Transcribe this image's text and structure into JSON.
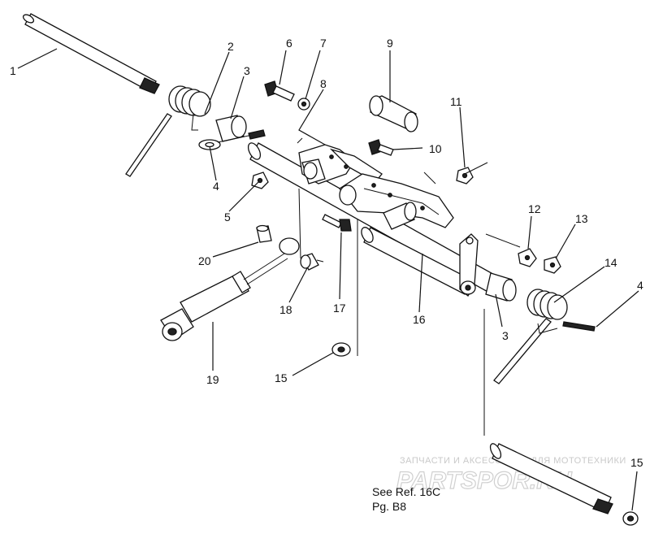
{
  "callouts": [
    {
      "id": "c1",
      "label": "1"
    },
    {
      "id": "c2",
      "label": "2"
    },
    {
      "id": "c3a",
      "label": "3"
    },
    {
      "id": "c4a",
      "label": "4"
    },
    {
      "id": "c5",
      "label": "5"
    },
    {
      "id": "c6",
      "label": "6"
    },
    {
      "id": "c7",
      "label": "7"
    },
    {
      "id": "c8",
      "label": "8"
    },
    {
      "id": "c9",
      "label": "9"
    },
    {
      "id": "c10",
      "label": "10"
    },
    {
      "id": "c11",
      "label": "11"
    },
    {
      "id": "c12",
      "label": "12"
    },
    {
      "id": "c13",
      "label": "13"
    },
    {
      "id": "c14",
      "label": "14"
    },
    {
      "id": "c4b",
      "label": "4"
    },
    {
      "id": "c20",
      "label": "20"
    },
    {
      "id": "c18",
      "label": "18"
    },
    {
      "id": "c17",
      "label": "17"
    },
    {
      "id": "c16",
      "label": "16"
    },
    {
      "id": "c3b",
      "label": "3"
    },
    {
      "id": "c19",
      "label": "19"
    },
    {
      "id": "c15a",
      "label": "15"
    },
    {
      "id": "c15b",
      "label": "15"
    }
  ],
  "reference": {
    "line1": "See Ref. 16C",
    "line2": "Pg. B8"
  },
  "watermark": {
    "tagline": "ЗАПЧАСТИ И АКСЕССУАРЫ ДЛЯ МОТОТЕХНИКИ",
    "brand": "PARTSPOR.RU"
  }
}
